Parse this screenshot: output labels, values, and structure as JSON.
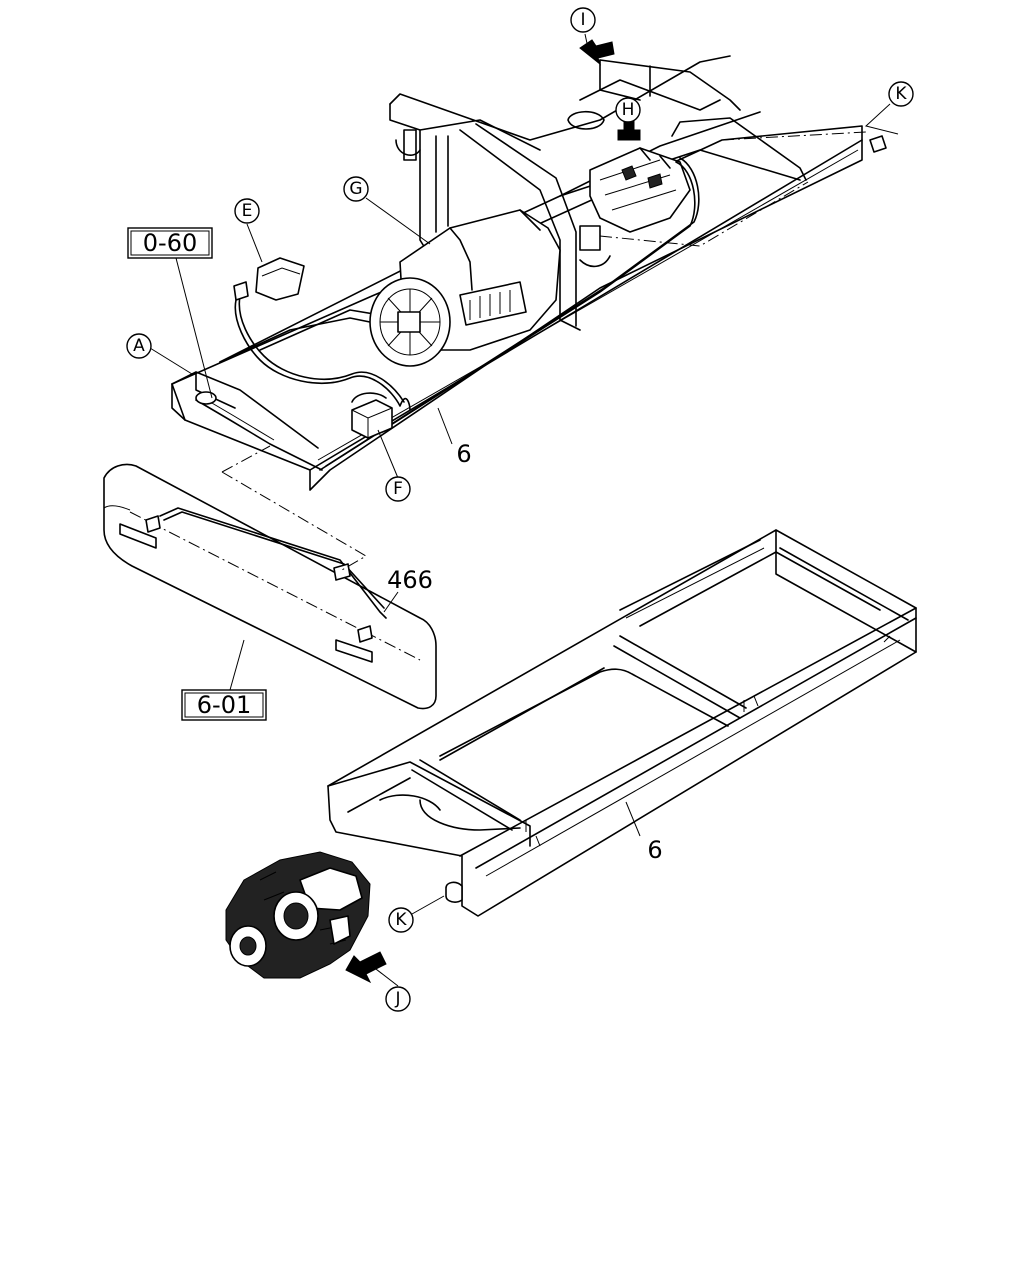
{
  "callouts": {
    "A": "A",
    "E": "E",
    "F": "F",
    "G": "G",
    "H": "H",
    "I": "I",
    "J": "J",
    "K_top": "K",
    "K_bottom": "K"
  },
  "part_numbers": {
    "harness_upper": "6",
    "harness_lower": "6",
    "bumper_harness": "466"
  },
  "references": {
    "ref_0_60": "0-60",
    "ref_6_01": "6-01"
  }
}
